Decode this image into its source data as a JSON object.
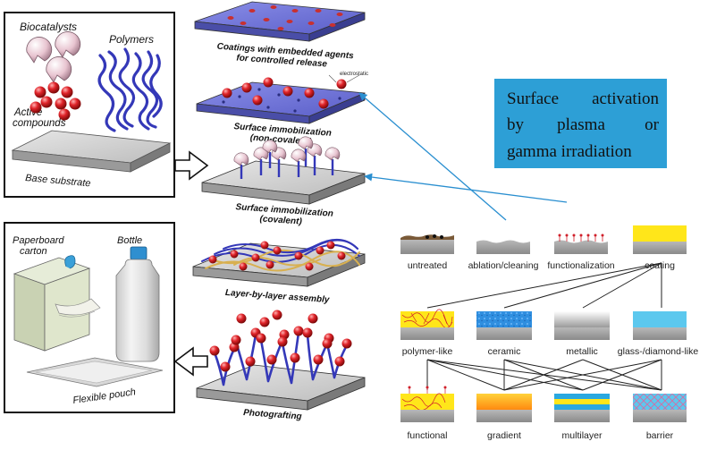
{
  "left_panel": {
    "top_box": {
      "biocatalysts": "Biocatalysts",
      "polymers": "Polymers",
      "active_compounds_line1": "Active",
      "active_compounds_line2": "compounds",
      "base_substrate": "Base substrate"
    },
    "bottom_box": {
      "paperboard_line1": "Paperboard",
      "paperboard_line2": "carton",
      "bottle": "Bottle",
      "flexible_pouch": "Flexible pouch"
    }
  },
  "middle_column": {
    "coatings_line1": "Coatings with embedded agents",
    "coatings_line2": "for controlled release",
    "electrostatic": "electrostatic",
    "immob_noncov_line1": "Surface immobilization",
    "immob_noncov_line2": "(non-covalent)",
    "immob_cov_line1": "Surface immobilization",
    "immob_cov_line2": "(covalent)",
    "layer_by_layer": "Layer-by-layer assembly",
    "photografting": "Photografting"
  },
  "callout": {
    "line1_a": "Surface",
    "line1_b": "activation",
    "line2_a": "by",
    "line2_b": "plasma",
    "line2_c": "or",
    "line3": "gamma irradiation",
    "bg_color": "#2d9fd6"
  },
  "treatments": {
    "row1": [
      "untreated",
      "ablation/cleaning",
      "functionalization",
      "coating"
    ],
    "row2": [
      "polymer-like",
      "ceramic",
      "metallic",
      "glass-/diamond-like"
    ],
    "row3": [
      "functional",
      "gradient",
      "multilayer",
      "barrier"
    ]
  },
  "colors": {
    "polymer": "#3438b8",
    "sphere": "#e0242a",
    "enzyme": "#e8c4d0",
    "arrow": "#2a8fd0"
  }
}
